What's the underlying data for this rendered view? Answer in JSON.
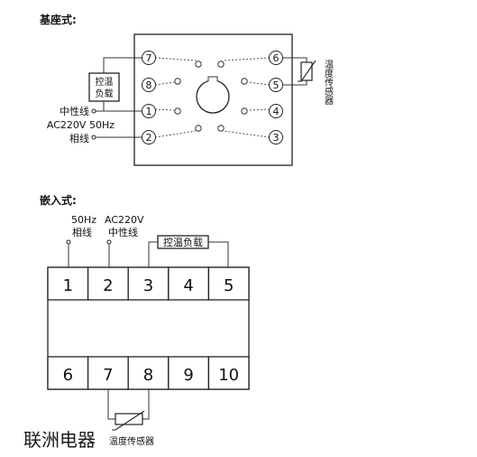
{
  "section_base": {
    "title": "基座式:"
  },
  "section_embedded": {
    "title": "嵌入式:"
  },
  "base": {
    "pins": [
      "7",
      "6",
      "8",
      "5",
      "1",
      "4",
      "2",
      "3"
    ],
    "load_label_line1": "控温",
    "load_label_line2": "负载",
    "neutral_label": "中性线",
    "supply_label": "AC220V 50Hz",
    "phase_label": "相线",
    "sensor_label": "温度传感器"
  },
  "embedded": {
    "top_terminals": [
      "1",
      "2",
      "3",
      "4",
      "5"
    ],
    "bottom_terminals": [
      "6",
      "7",
      "8",
      "9",
      "10"
    ],
    "freq_label": "50Hz",
    "phase_label": "相线",
    "voltage_label": "AC220V",
    "neutral_label": "中性线",
    "load_label": "控温负载",
    "sensor_label": "温度传感器"
  },
  "watermark": "联洲电器"
}
